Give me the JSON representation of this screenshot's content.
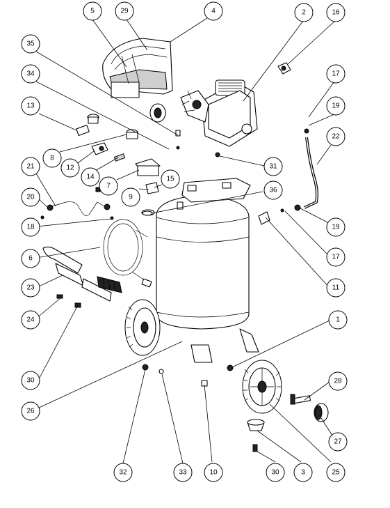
{
  "callouts": [
    {
      "label": "5"
    },
    {
      "label": "29"
    },
    {
      "label": "4"
    },
    {
      "label": "2"
    },
    {
      "label": "16"
    },
    {
      "label": "35"
    },
    {
      "label": "34"
    },
    {
      "label": "17"
    },
    {
      "label": "13"
    },
    {
      "label": "19"
    },
    {
      "label": "22"
    },
    {
      "label": "8"
    },
    {
      "label": "12"
    },
    {
      "label": "14"
    },
    {
      "label": "31"
    },
    {
      "label": "21"
    },
    {
      "label": "7"
    },
    {
      "label": "15"
    },
    {
      "label": "36"
    },
    {
      "label": "20"
    },
    {
      "label": "9"
    },
    {
      "label": "19"
    },
    {
      "label": "18"
    },
    {
      "label": "6"
    },
    {
      "label": "17"
    },
    {
      "label": "23"
    },
    {
      "label": "11"
    },
    {
      "label": "24"
    },
    {
      "label": "1"
    },
    {
      "label": "30"
    },
    {
      "label": "26"
    },
    {
      "label": "28"
    },
    {
      "label": "27"
    },
    {
      "label": "32"
    },
    {
      "label": "33"
    },
    {
      "label": "10"
    },
    {
      "label": "30"
    },
    {
      "label": "3"
    },
    {
      "label": "25"
    }
  ]
}
